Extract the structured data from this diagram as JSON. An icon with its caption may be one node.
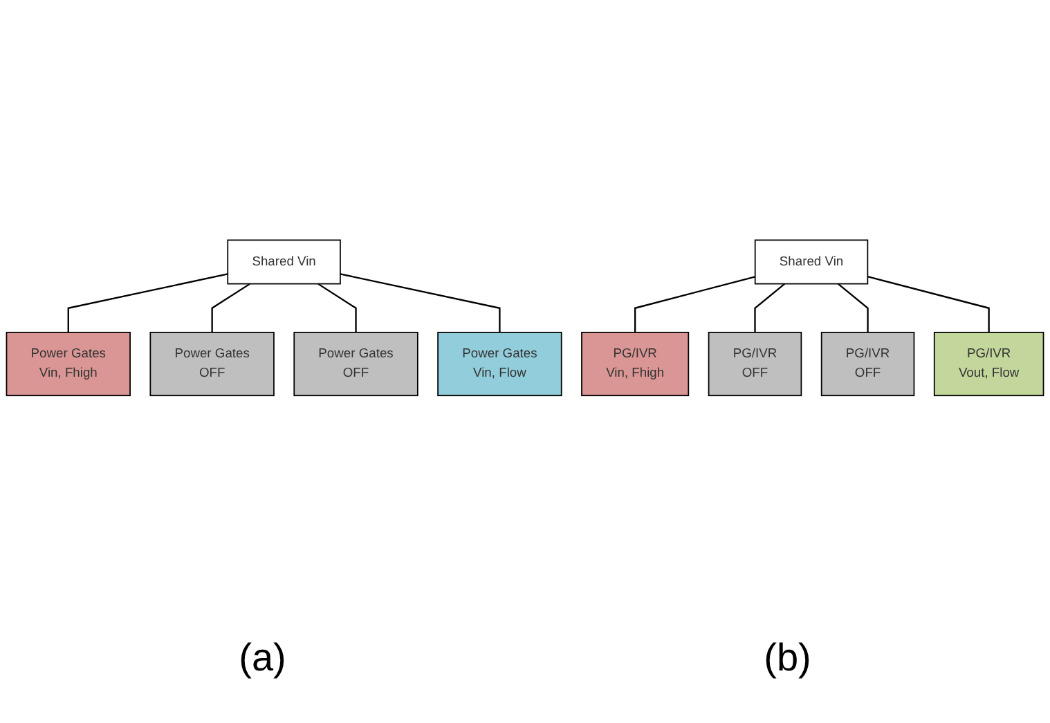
{
  "diagram": {
    "nodes": [
      {
        "text": [
          "Shared Vin"
        ]
      },
      {
        "text": [
          "Power Gates",
          "Vin, Fhigh"
        ]
      },
      {
        "text": [
          "Power Gates",
          "OFF"
        ]
      },
      {
        "text": [
          "Power Gates",
          "OFF"
        ]
      },
      {
        "text": [
          "Power Gates",
          "Vin, Flow"
        ]
      },
      {
        "text": [
          "Shared Vin"
        ]
      },
      {
        "text": [
          "PG/IVR",
          "Vin, Fhigh"
        ]
      },
      {
        "text": [
          "PG/IVR",
          "OFF"
        ]
      },
      {
        "text": [
          "PG/IVR",
          "OFF"
        ]
      },
      {
        "text": [
          "PG/IVR",
          "Vout, Flow"
        ]
      }
    ],
    "edges": [
      {
        "from": 0,
        "to": 1,
        "arrow": "none"
      },
      {
        "from": 0,
        "to": 2,
        "arrow": "none"
      },
      {
        "from": 0,
        "to": 3,
        "arrow": "none"
      },
      {
        "from": 0,
        "to": 4,
        "arrow": "none"
      },
      {
        "from": 5,
        "to": 6,
        "arrow": "none"
      },
      {
        "from": 5,
        "to": 7,
        "arrow": "none"
      },
      {
        "from": 5,
        "to": 8,
        "arrow": "none"
      },
      {
        "from": 5,
        "to": 9,
        "arrow": "none"
      }
    ],
    "labels": [
      "(a)",
      "(b)"
    ]
  }
}
